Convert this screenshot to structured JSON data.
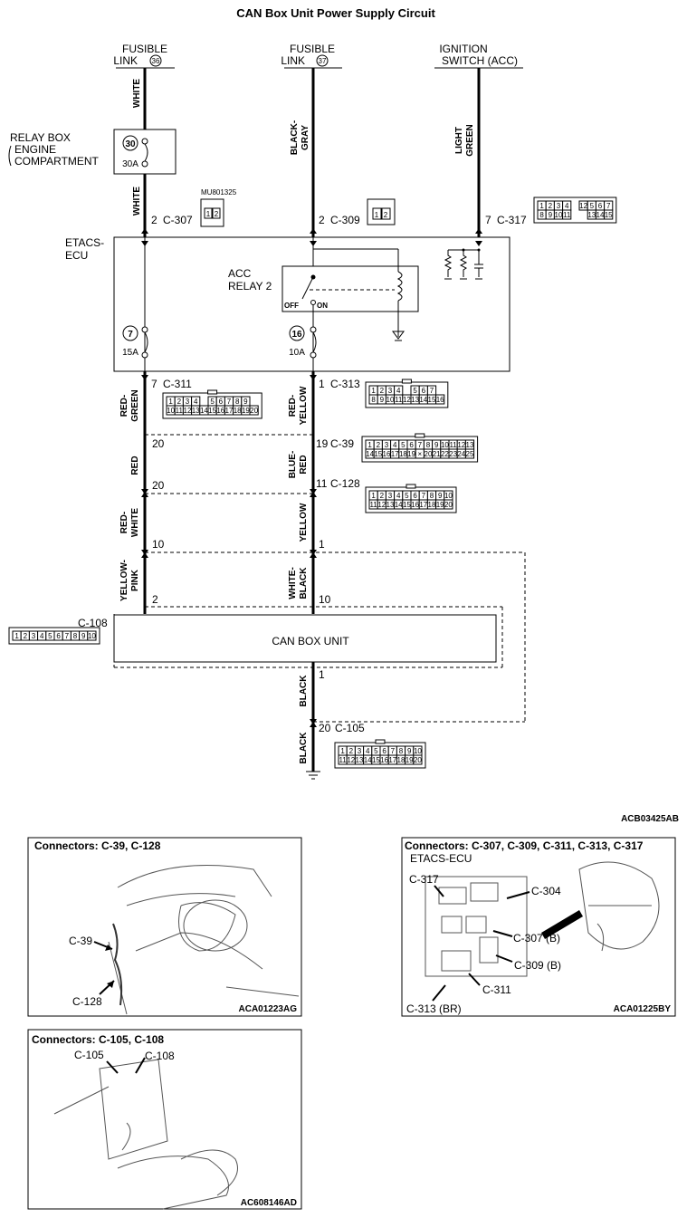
{
  "title": "CAN Box Unit Power Supply Circuit",
  "sources": [
    {
      "line1": "FUSIBLE",
      "line2": "LINK",
      "num": "36"
    },
    {
      "line1": "FUSIBLE",
      "line2": "LINK",
      "num": "37"
    },
    {
      "line1": "IGNITION",
      "line2": "SWITCH (ACC)"
    }
  ],
  "wire_colors": {
    "w1_top": "WHITE",
    "w1_mid": "WHITE",
    "w2_top_a": "BLACK-",
    "w2_top_b": "GRAY",
    "w3_top_a": "LIGHT",
    "w3_top_b": "GREEN",
    "a_rg_a": "RED-",
    "a_rg_b": "GREEN",
    "a_red": "RED",
    "a_rw_a": "RED-",
    "a_rw_b": "WHITE",
    "a_yp_a": "YELLOW-",
    "a_yp_b": "PINK",
    "b_ry_a": "RED-",
    "b_ry_b": "YELLOW",
    "b_br_a": "BLUE-",
    "b_br_b": "RED",
    "b_yel": "YELLOW",
    "b_wb_a": "WHITE-",
    "b_wb_b": "BLACK",
    "b_blk1": "BLACK",
    "b_blk2": "BLACK"
  },
  "relay_box": {
    "line1": "RELAY BOX",
    "line2": "ENGINE",
    "line3": "COMPARTMENT",
    "fuse_num": "30",
    "fuse_amp": "30A"
  },
  "connectors": {
    "c307": {
      "pin": "2",
      "name": "C-307",
      "part": "MU801325",
      "pins": [
        "1",
        "2"
      ]
    },
    "c309": {
      "pin": "2",
      "name": "C-309",
      "pins": [
        "1",
        "2"
      ]
    },
    "c317": {
      "pin": "7",
      "name": "C-317",
      "row1": [
        "1",
        "2",
        "3",
        "4",
        "",
        "12",
        "5",
        "6",
        "7"
      ],
      "row2": [
        "8",
        "9",
        "10",
        "11",
        "",
        "",
        "13",
        "14",
        "15"
      ]
    },
    "c311": {
      "pin": "7",
      "name": "C-311",
      "row1": [
        "1",
        "2",
        "3",
        "4",
        "",
        "5",
        "6",
        "7",
        "8",
        "9"
      ],
      "row2": [
        "10",
        "11",
        "12",
        "13",
        "14",
        "15",
        "16",
        "17",
        "18",
        "19",
        "20"
      ]
    },
    "c313": {
      "pin": "1",
      "name": "C-313",
      "row1": [
        "1",
        "2",
        "3",
        "4",
        "",
        "5",
        "6",
        "7"
      ],
      "row2": [
        "8",
        "9",
        "10",
        "11",
        "12",
        "13",
        "14",
        "15",
        "16"
      ]
    },
    "c39": {
      "pin": "19",
      "name": "C-39",
      "row1": [
        "1",
        "2",
        "3",
        "4",
        "5",
        "6",
        "7",
        "8",
        "9",
        "10",
        "11",
        "12",
        "13"
      ],
      "row2": [
        "14",
        "15",
        "16",
        "17",
        "18",
        "19",
        "×",
        "20",
        "21",
        "22",
        "23",
        "24",
        "25"
      ]
    },
    "c128": {
      "pin": "11",
      "name": "C-128",
      "row1": [
        "1",
        "2",
        "3",
        "4",
        "5",
        "6",
        "7",
        "8",
        "9",
        "10"
      ],
      "row2": [
        "11",
        "12",
        "13",
        "14",
        "15",
        "16",
        "17",
        "18",
        "19",
        "20"
      ]
    },
    "c108": {
      "name": "C-108",
      "pins": [
        "1",
        "2",
        "3",
        "4",
        "5",
        "6",
        "7",
        "8",
        "9",
        "10"
      ]
    },
    "c105": {
      "pin": "20",
      "name": "C-105",
      "row1": [
        "1",
        "2",
        "3",
        "4",
        "5",
        "6",
        "7",
        "8",
        "9",
        "10"
      ],
      "row2": [
        "11",
        "12",
        "13",
        "14",
        "15",
        "16",
        "17",
        "18",
        "19",
        "20"
      ]
    }
  },
  "etacs": {
    "line1": "ETACS-",
    "line2": "ECU",
    "relay_line1": "ACC",
    "relay_line2": "RELAY 2",
    "off": "OFF",
    "on": "ON",
    "fuse_a_num": "7",
    "fuse_a_amp": "15A",
    "fuse_b_num": "16",
    "fuse_b_amp": "10A"
  },
  "pins": {
    "a20": "20",
    "a20b": "20",
    "a10": "10",
    "a2": "2",
    "b1": "1",
    "b10": "10",
    "b1b": "1"
  },
  "can_box_label": "CAN BOX UNIT",
  "diagram_code": "ACB03425AB",
  "panels": {
    "p1": {
      "title": "Connectors: C-39, C-128",
      "label_a": "C-39",
      "label_b": "C-128",
      "code": "ACA01223AG"
    },
    "p2": {
      "title": "Connectors: C-307, C-309, C-311, C-313, C-317",
      "sub": "ETACS-ECU",
      "l317": "C-317",
      "l304": "C-304",
      "l307": "C-307 (B)",
      "l309": "C-309 (B)",
      "l311": "C-311",
      "l313": "C-313 (BR)",
      "code": "ACA01225BY"
    },
    "p3": {
      "title": "Connectors: C-105, C-108",
      "label_a": "C-105",
      "label_b": "C-108",
      "code": "AC608146AD"
    }
  }
}
